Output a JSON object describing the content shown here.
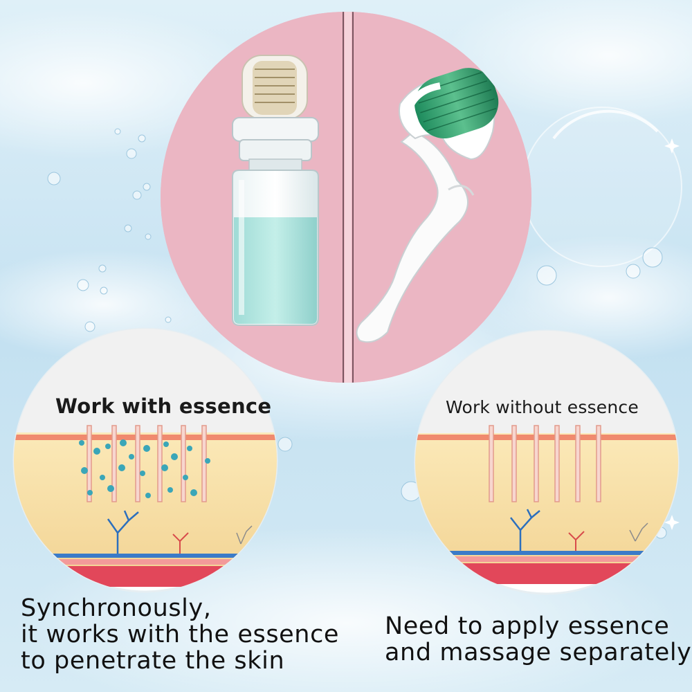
{
  "panels": {
    "left": {
      "title": "Work with essence"
    },
    "right": {
      "title": "Work without essence"
    }
  },
  "captions": {
    "left": [
      "Synchronously,",
      "it works with the essence",
      "to penetrate the skin"
    ],
    "right": [
      "Need to apply essence",
      "and massage separately"
    ]
  },
  "colors": {
    "sky": "#cfe6f3",
    "pink_panel": "#e8b6c2",
    "skin": "#f6e0a6",
    "epidermis_line": "#f08a70",
    "blood": "#e2475a",
    "vein": "#3b7bc8",
    "serum": "#3aa6b8"
  }
}
